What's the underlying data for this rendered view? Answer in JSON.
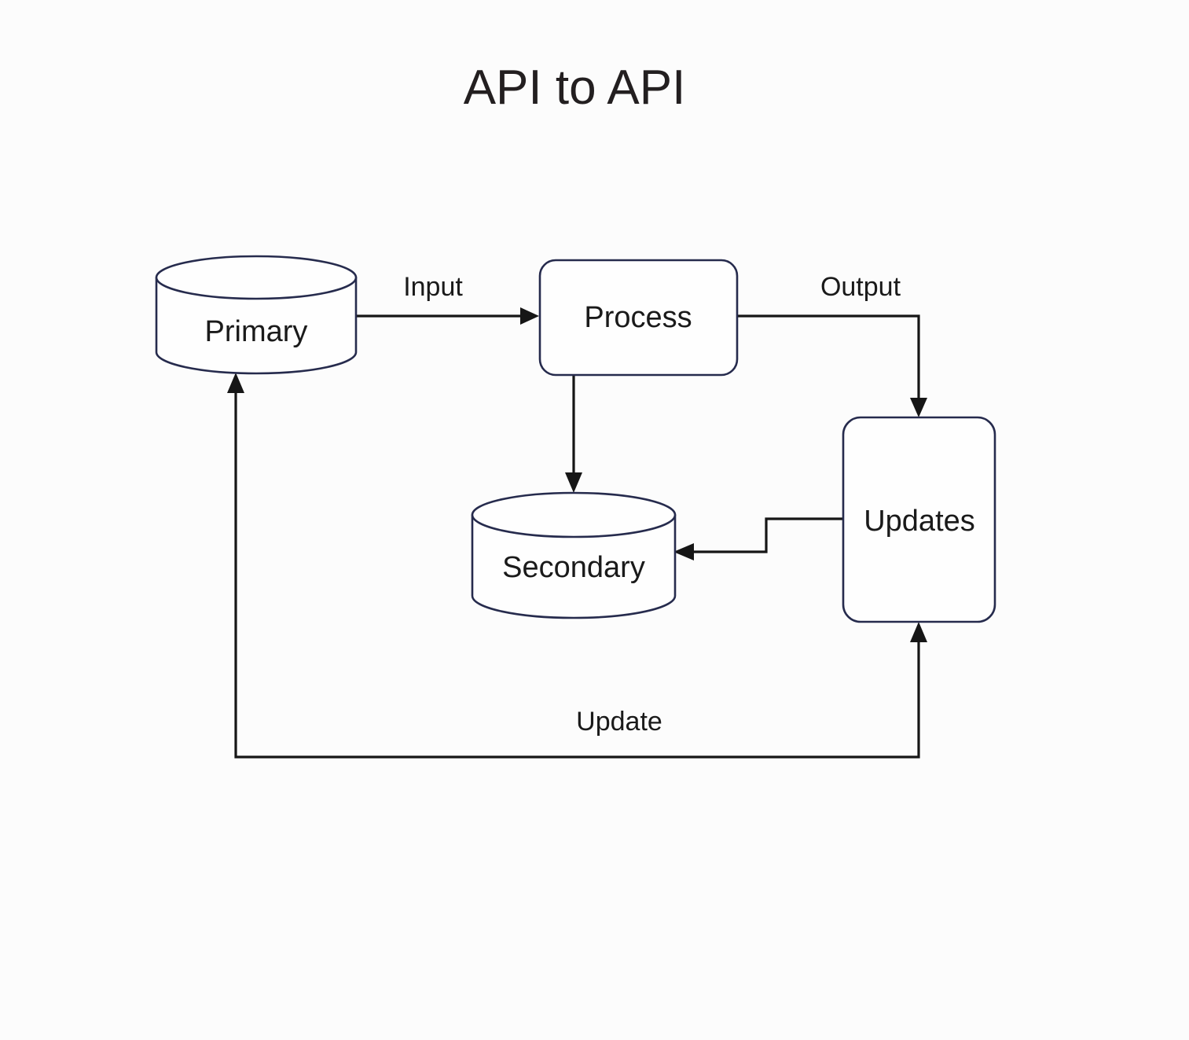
{
  "diagram": {
    "title": "API to API",
    "background_color": "#fcfcfc",
    "shape_stroke_color": "#262b4d",
    "connector_color": "#161616",
    "text_color": "#1a1a1a",
    "nodes": [
      {
        "id": "primary",
        "label": "Primary",
        "shape": "cylinder"
      },
      {
        "id": "process",
        "label": "Process",
        "shape": "rounded-rectangle"
      },
      {
        "id": "updates",
        "label": "Updates",
        "shape": "rounded-rectangle"
      },
      {
        "id": "secondary",
        "label": "Secondary",
        "shape": "cylinder"
      }
    ],
    "edges": [
      {
        "id": "input",
        "from": "primary",
        "to": "process",
        "label": "Input"
      },
      {
        "id": "output",
        "from": "process",
        "to": "updates",
        "label": "Output"
      },
      {
        "id": "process-store",
        "from": "process",
        "to": "secondary",
        "label": ""
      },
      {
        "id": "updates-sync",
        "from": "updates",
        "to": "secondary",
        "label": ""
      },
      {
        "id": "update-back",
        "from": "updates",
        "to": "primary",
        "label": "Update"
      }
    ]
  }
}
